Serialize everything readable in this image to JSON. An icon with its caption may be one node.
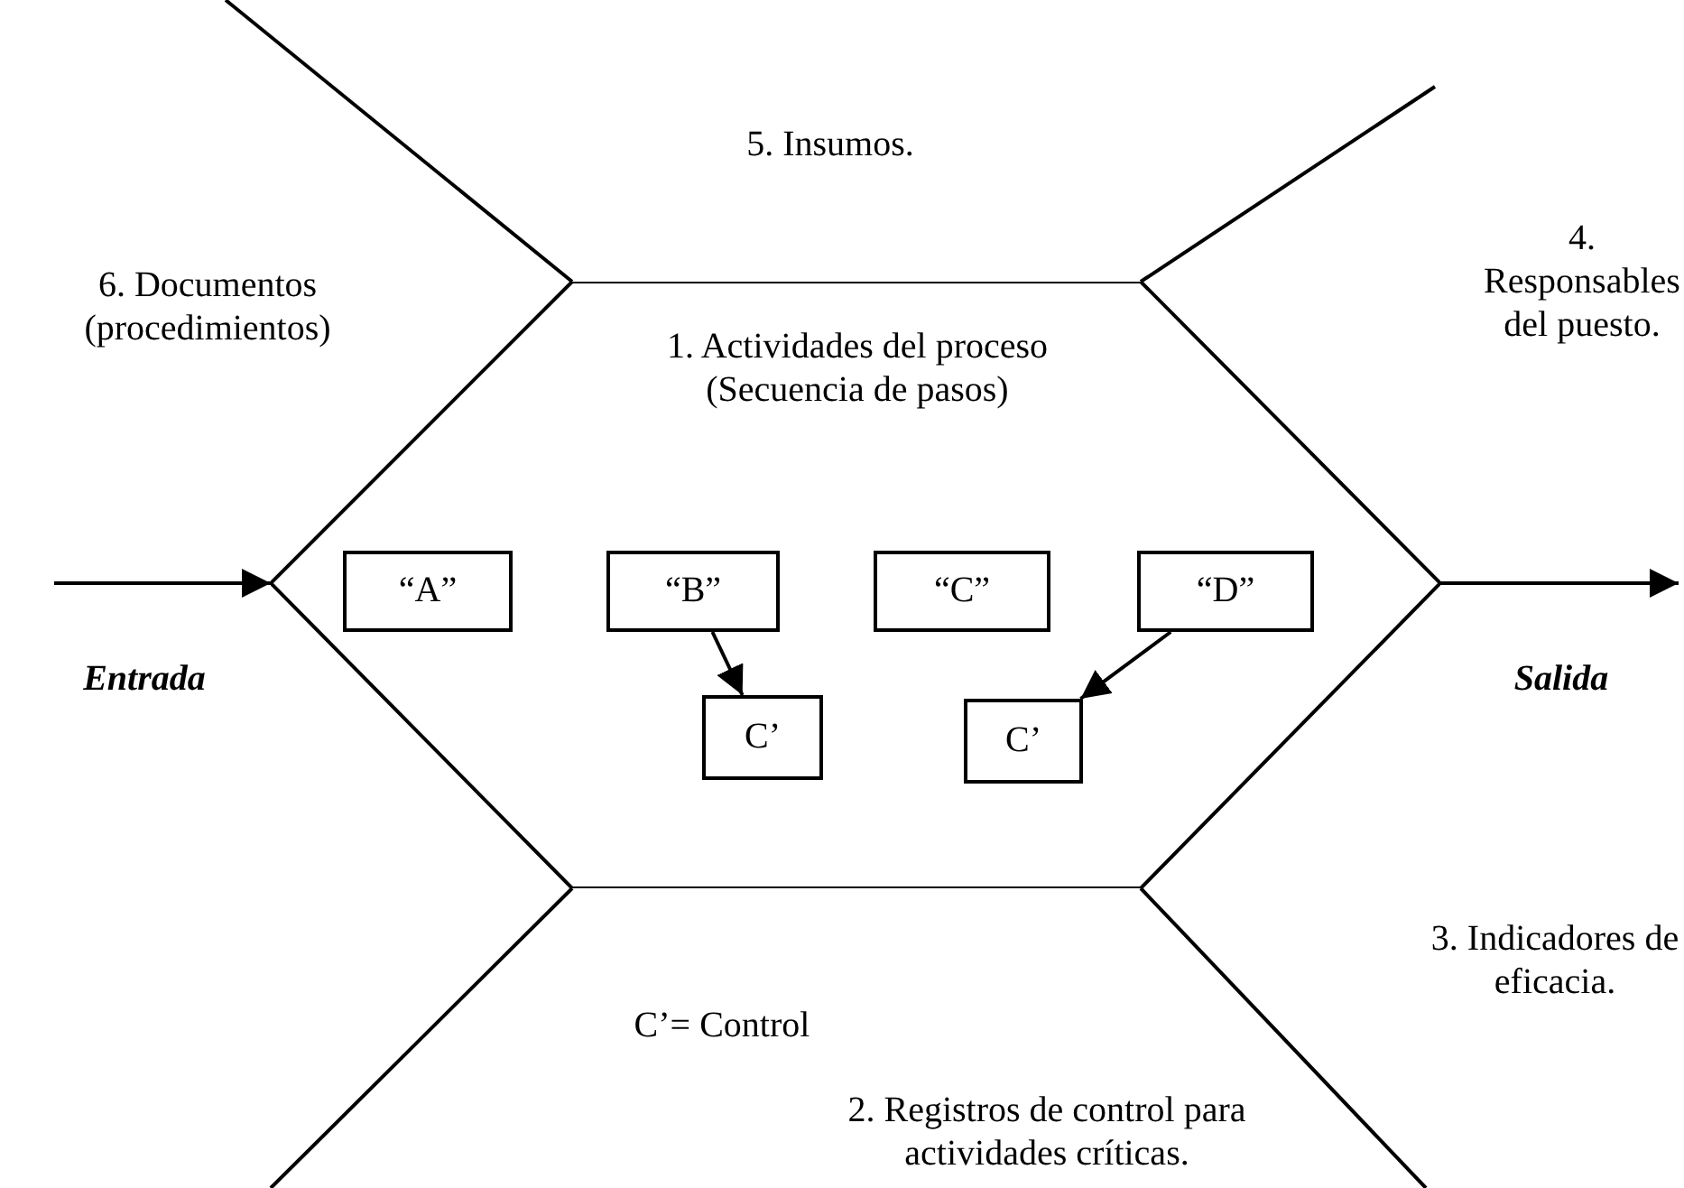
{
  "diagram": {
    "nodes": [
      {
        "text": [
          "1. Actividades del proceso (Secuencia de pasos)"
        ]
      },
      {
        "text": [
          "“A”"
        ],
        "in": 0
      },
      {
        "text": [
          "“B”"
        ],
        "in": 0
      },
      {
        "text": [
          "“C”"
        ],
        "in": 0
      },
      {
        "text": [
          "“D”"
        ],
        "in": 0
      },
      {
        "text": [
          "C’"
        ],
        "in": 0
      },
      {
        "text": [
          "C’"
        ],
        "in": 0
      }
    ],
    "edges": [
      {
        "from": null,
        "to": 0,
        "arrow": "to"
      },
      {
        "from": 0,
        "to": null,
        "arrow": "to"
      },
      {
        "from": 2,
        "to": 5,
        "arrow": "to"
      },
      {
        "from": 4,
        "to": 6,
        "arrow": "to"
      }
    ],
    "labels": [
      "5. Insumos.",
      "6. Documentos (procedimientos)",
      "4. Responsables del puesto.",
      "Entrada",
      "Salida",
      "3. Indicadores de eficacia.",
      "C’= Control",
      "2. Registros de control para actividades críticas."
    ]
  }
}
